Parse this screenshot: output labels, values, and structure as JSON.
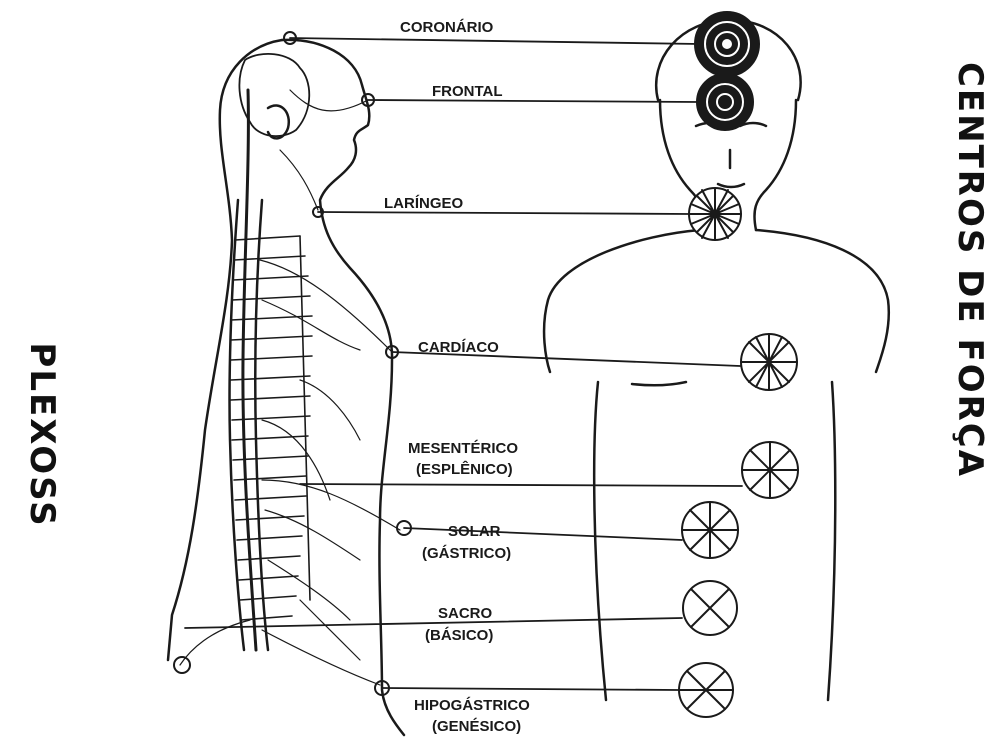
{
  "left_title": "PLEXOSS",
  "right_title": "CENTROS DE FORÇA",
  "labels": {
    "coronario": "CORONÁRIO",
    "frontal": "FRONTAL",
    "laringeo": "LARÍNGEO",
    "cardiaco": "CARDÍACO",
    "mesenterico_1": "MESENTÉRICO",
    "mesenterico_2": "(ESPLÊNICO)",
    "solar_1": "SOLAR",
    "solar_2": "(GÁSTRICO)",
    "sacro_1": "SACRO",
    "sacro_2": "(BÁSICO)",
    "hipogastrico_1": "HIPOGÁSTRICO",
    "hipogastrico_2": "(GENÉSICO)"
  },
  "colors": {
    "ink": "#1a1a1a",
    "background": "#ffffff"
  }
}
